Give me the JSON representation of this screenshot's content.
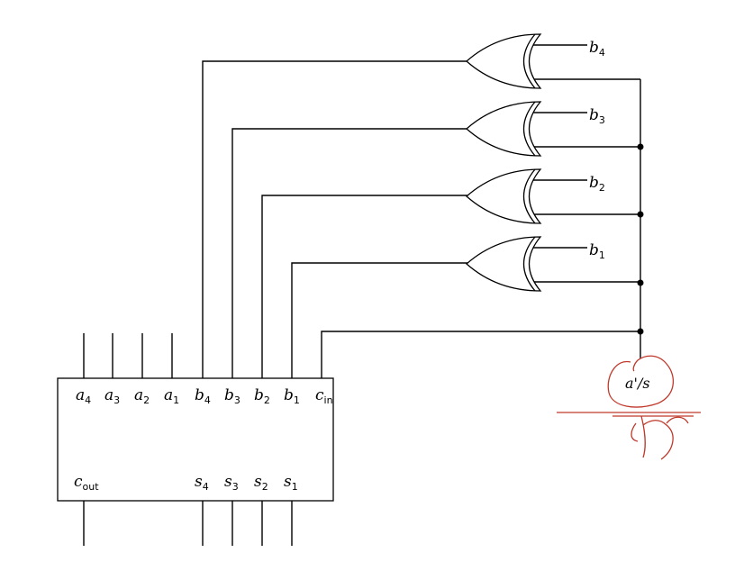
{
  "adder_inputs": [
    {
      "base": "a",
      "sub": "4"
    },
    {
      "base": "a",
      "sub": "3"
    },
    {
      "base": "a",
      "sub": "2"
    },
    {
      "base": "a",
      "sub": "1"
    },
    {
      "base": "b",
      "sub": "4"
    },
    {
      "base": "b",
      "sub": "3"
    },
    {
      "base": "b",
      "sub": "2"
    },
    {
      "base": "b",
      "sub": "1"
    },
    {
      "base": "c",
      "sub": "in"
    }
  ],
  "adder_outputs": [
    {
      "base": "c",
      "sub": "out"
    },
    {
      "base": "s",
      "sub": "4"
    },
    {
      "base": "s",
      "sub": "3"
    },
    {
      "base": "s",
      "sub": "2"
    },
    {
      "base": "s",
      "sub": "1"
    }
  ],
  "gate_inputs": [
    {
      "base": "b",
      "sub": "4"
    },
    {
      "base": "b",
      "sub": "3"
    },
    {
      "base": "b",
      "sub": "2"
    },
    {
      "base": "b",
      "sub": "1"
    }
  ],
  "control_label": "a'/s",
  "colors": {
    "wire": "#000000",
    "annotation": "#c0392b"
  }
}
